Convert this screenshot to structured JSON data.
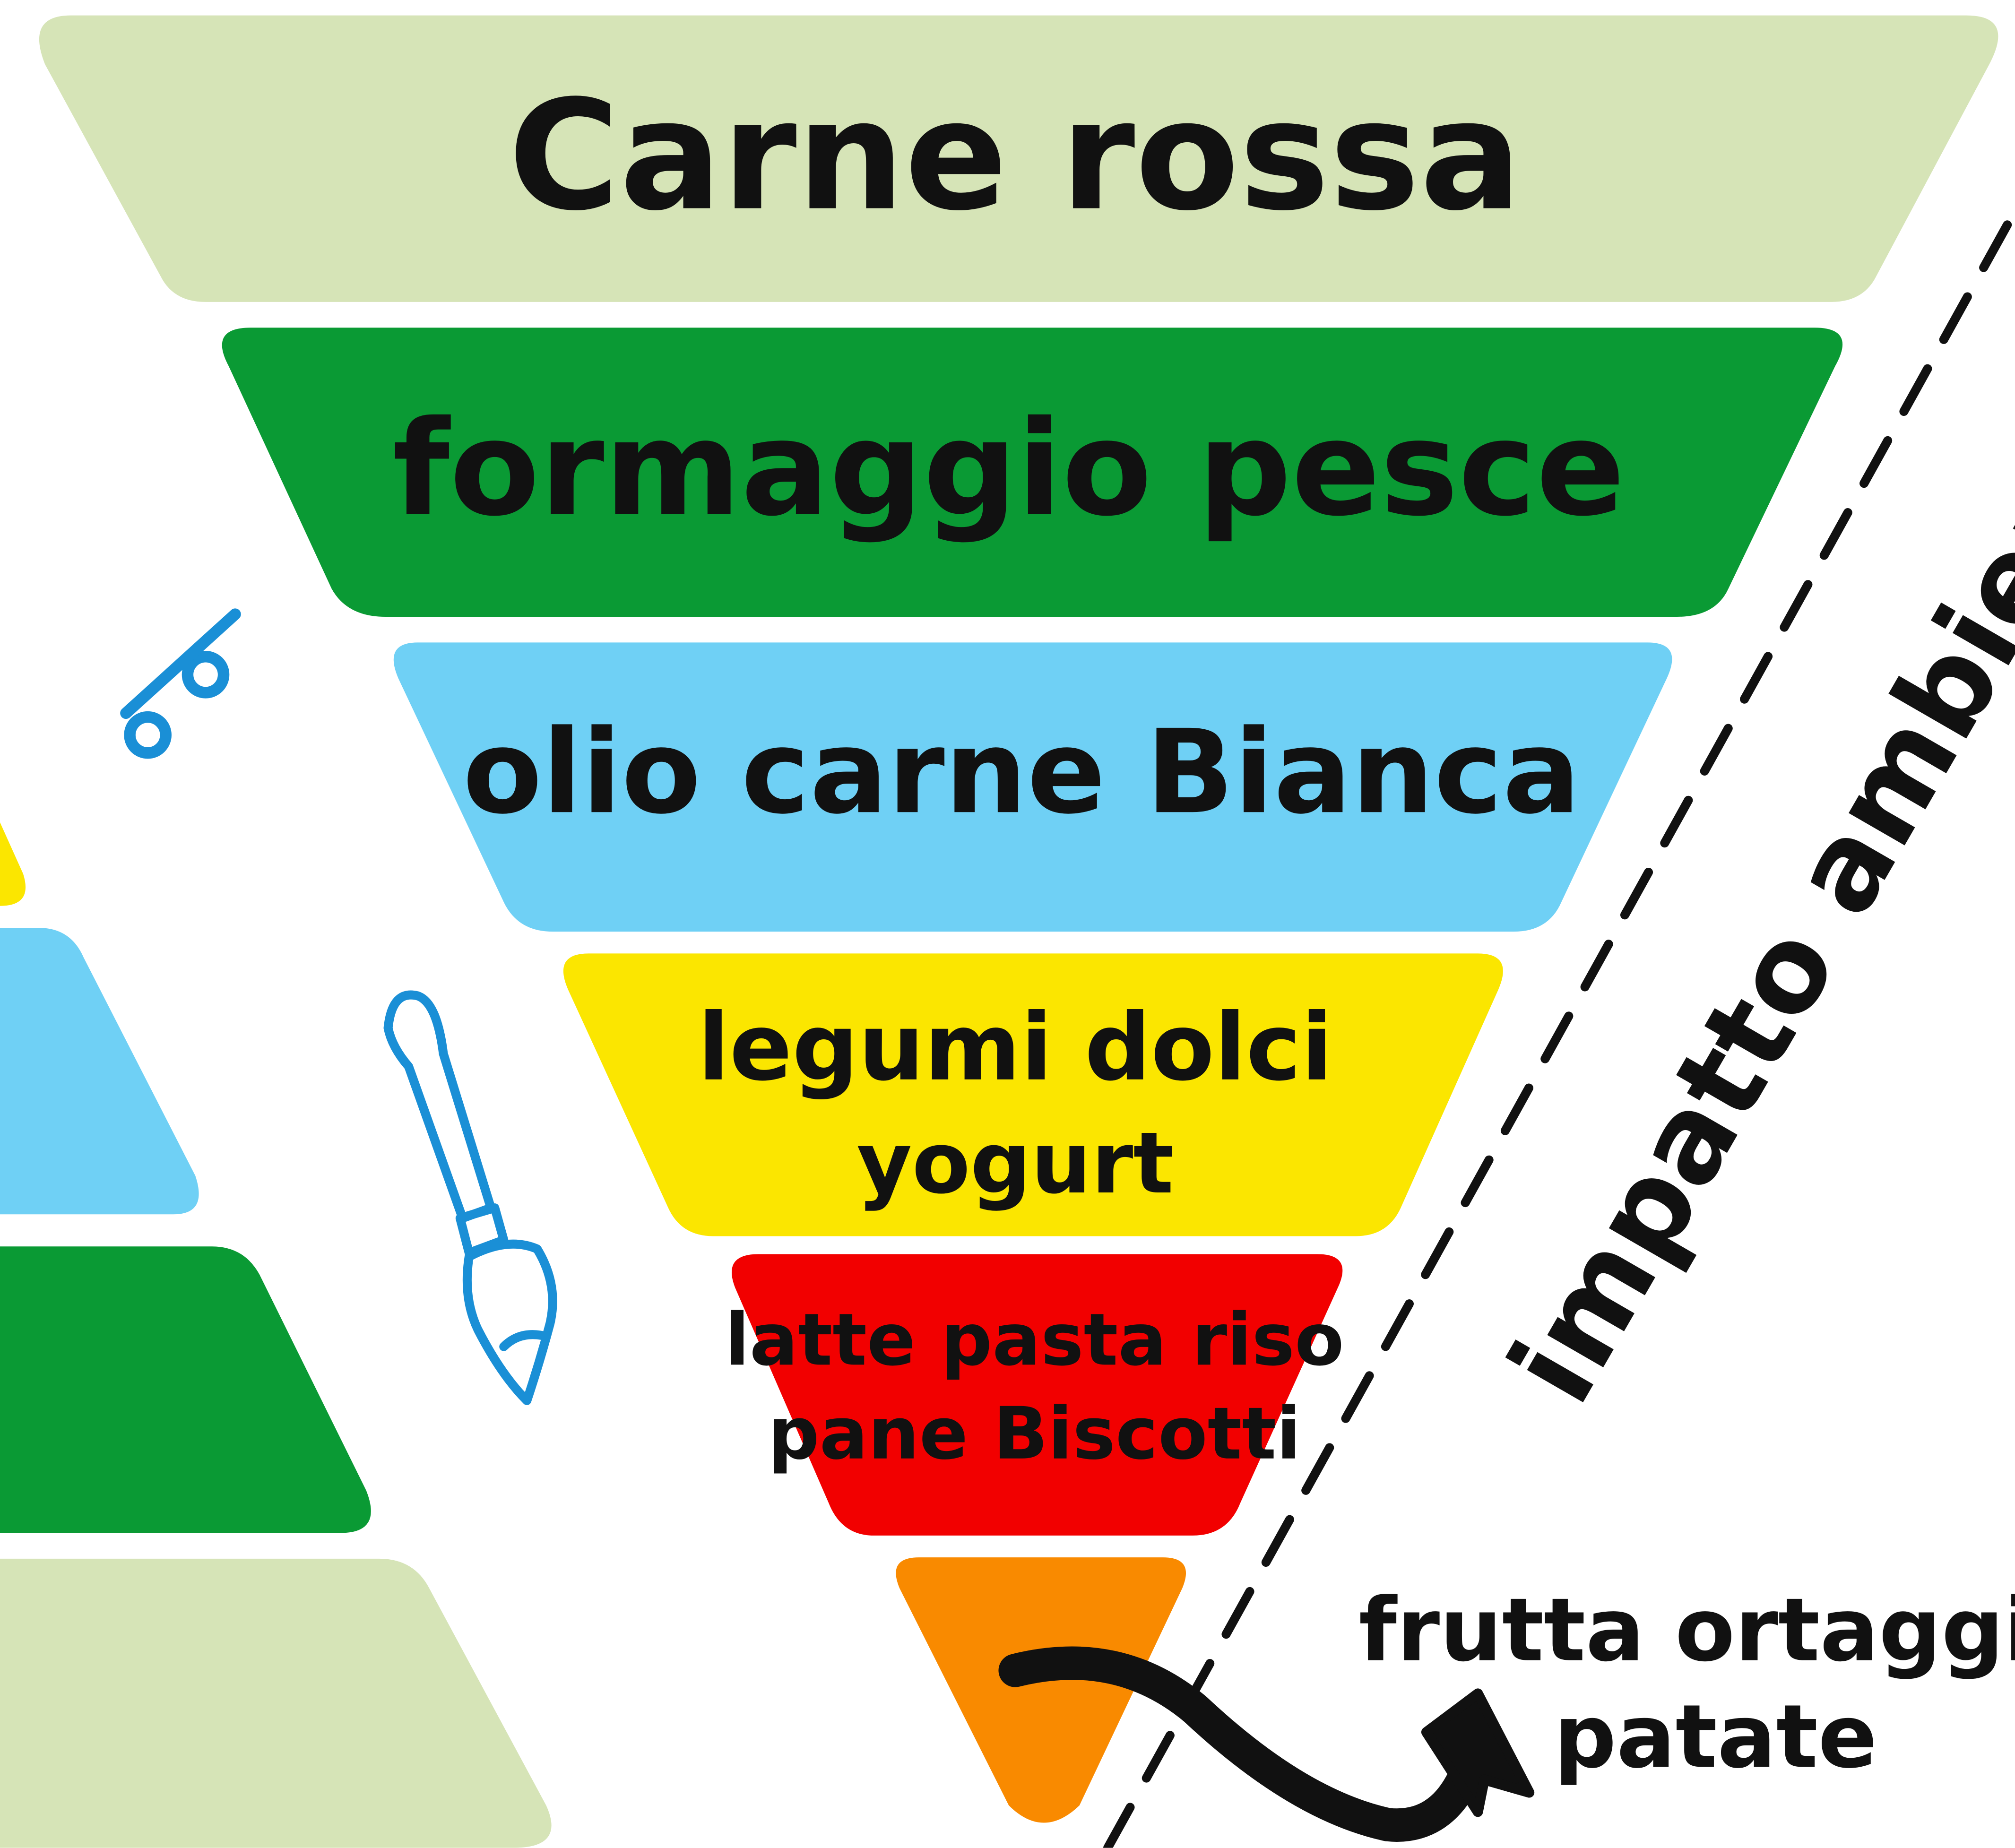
{
  "levels": [
    {
      "label": "Carne rossa",
      "color": "#d6e4b7"
    },
    {
      "label": "formaggio pesce",
      "color": "#0a9a34"
    },
    {
      "label": "olio carne Bianca",
      "color": "#6fd0f5"
    },
    {
      "label_line1": "legumi dolci",
      "label_line2": "yogurt",
      "color": "#fbe600"
    },
    {
      "label_line1": "latte pasta riso",
      "label_line2": "pane Biscotti",
      "color": "#f20000"
    },
    {
      "color": "#f98a00"
    }
  ],
  "annotation": {
    "label_line1": "frutta ortaggi",
    "label_line2": "patate"
  },
  "axis_label": "impatto ambientale",
  "percent_symbol": "%",
  "left_pyramid_colors": [
    "#fbe600",
    "#6fd0f5",
    "#0a9a34",
    "#d6e4b7"
  ],
  "icons": [
    "percent-icon",
    "paintbrush-icon",
    "curved-arrow-icon"
  ],
  "accent_color": "#1a8fd6"
}
